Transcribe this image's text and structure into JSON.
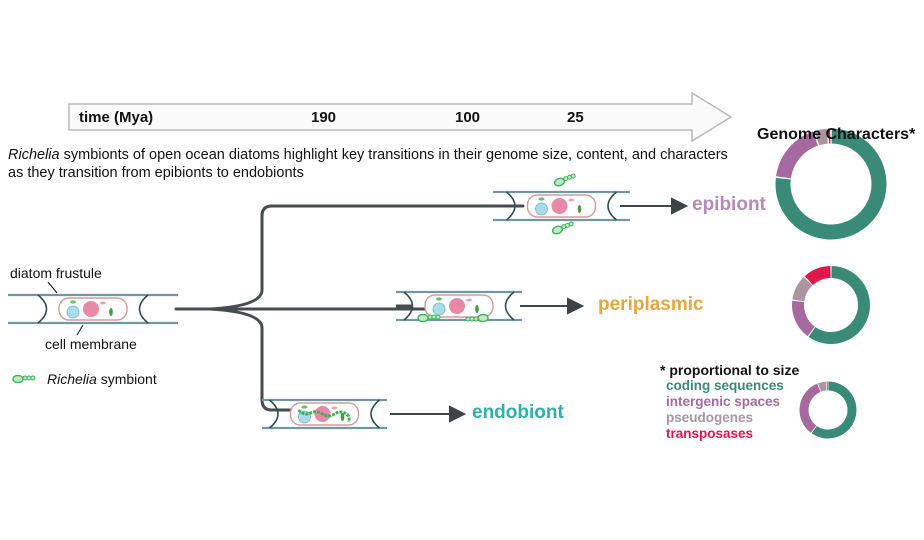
{
  "timeline": {
    "label": "time (Mya)",
    "ticks": [
      "190",
      "100",
      "25"
    ]
  },
  "intro": {
    "italic": "Richelia",
    "line1": " symbionts of open ocean diatoms highlight key transitions in their genome size, content, and characters",
    "line2": "as they transition from epibionts to endobionts"
  },
  "labels": {
    "frustule": "diatom frustule",
    "membrane": "cell membrane",
    "symbiont_italic": "Richelia",
    "symbiont_rest": " symbiont"
  },
  "states": [
    {
      "name": "epibiont",
      "color": "#b58ab8"
    },
    {
      "name": "periplasmic",
      "color": "#e6a83c"
    },
    {
      "name": "endobiont",
      "color": "#2bb3a6"
    }
  ],
  "genome": {
    "title": "Genome Characters*",
    "legend_header": "* proportional to size",
    "legend": [
      {
        "name": "coding sequences",
        "color": "#3a8a78"
      },
      {
        "name": "intergenic spaces",
        "color": "#a6699f"
      },
      {
        "name": "pseudogenes",
        "color": "#ab95a3"
      },
      {
        "name": "transposases",
        "color": "#e0174a"
      }
    ]
  },
  "chart_data": [
    {
      "type": "pie",
      "title": "epibiont genome characters",
      "labels": [
        "coding sequences",
        "intergenic spaces",
        "pseudogenes",
        "transposases"
      ],
      "values": [
        77,
        18,
        4,
        1
      ]
    },
    {
      "type": "pie",
      "title": "periplasmic genome characters",
      "labels": [
        "coding sequences",
        "intergenic spaces",
        "pseudogenes",
        "transposases"
      ],
      "values": [
        60,
        17,
        11,
        12
      ]
    },
    {
      "type": "pie",
      "title": "endobiont genome characters",
      "labels": [
        "coding sequences",
        "intergenic spaces",
        "pseudogenes",
        "transposases"
      ],
      "values": [
        60,
        34,
        5,
        1
      ]
    }
  ],
  "colors": {
    "frustule": "#6f98a0",
    "branch": "#454d4f",
    "membrane": "#d99a9a",
    "nucleus": "#e88aa6",
    "vacuole": "#a9dbe8",
    "symbiont": "#3cb35a"
  }
}
